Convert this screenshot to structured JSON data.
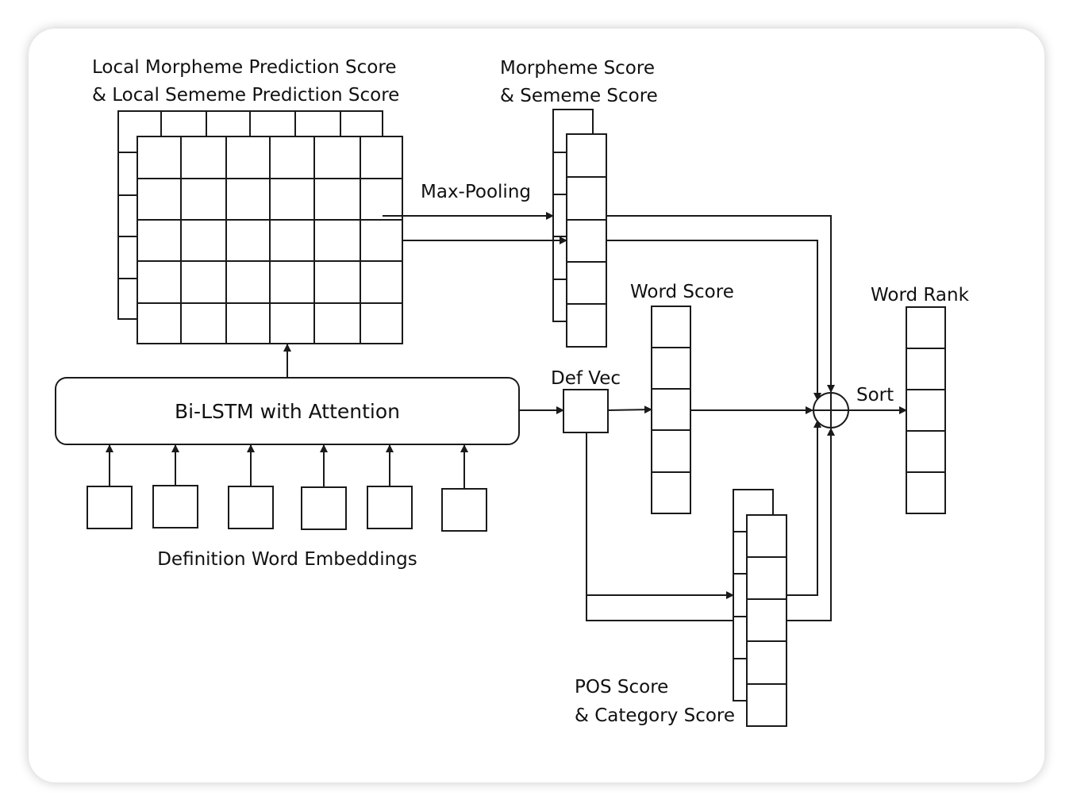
{
  "labels": {
    "local_score_line1": "Local Morpheme Prediction Score",
    "local_score_line2": "& Local Sememe Prediction Score",
    "morpheme_score_line1": "Morpheme Score",
    "morpheme_score_line2": "& Sememe Score",
    "max_pooling": "Max-Pooling",
    "word_score": "Word Score",
    "word_rank": "Word Rank",
    "def_vec": "Def Vec",
    "sort": "Sort",
    "bilstm": "Bi-LSTM with Attention",
    "definition_embeddings": "Definition Word Embeddings",
    "pos_score_line1": "POS Score",
    "pos_score_line2": "& Category Score"
  },
  "icons": {
    "combine": "circle-plus-icon"
  }
}
